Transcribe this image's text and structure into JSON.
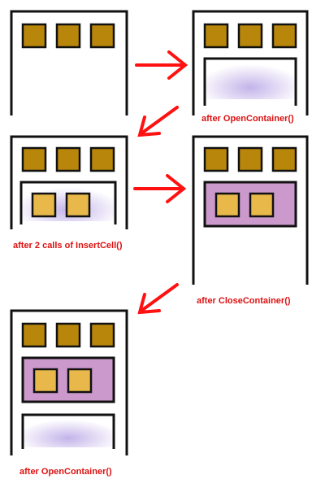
{
  "colors": {
    "cell_fill": "#b8860b",
    "inserted_cell_fill": "#e8b84a",
    "container_fill": "#cc99cc",
    "open_container_glow": "#b9a6e6",
    "arrow": "#ff1111",
    "caption_text": "#dd1111",
    "outline": "#111111"
  },
  "panels": [
    {
      "id": "initial",
      "cells": 3,
      "open_container": false,
      "closed_container_cells": 0,
      "caption": ""
    },
    {
      "id": "opened",
      "cells": 3,
      "open_container": true,
      "closed_container_cells": 0,
      "caption": "after OpenContainer()"
    },
    {
      "id": "inserted",
      "cells": 3,
      "open_container": true,
      "open_container_cells": 2,
      "caption": "after 2 calls of InsertCell()"
    },
    {
      "id": "closed",
      "cells": 3,
      "closed_container_cells": 2,
      "caption": "after CloseContainer()"
    },
    {
      "id": "reopened",
      "cells": 3,
      "closed_container_cells": 2,
      "open_container": true,
      "caption": "after OpenContainer()"
    }
  ],
  "icons": {
    "arrow": "right-arrow-icon",
    "down_left_arrow": "down-left-arrow-icon"
  }
}
